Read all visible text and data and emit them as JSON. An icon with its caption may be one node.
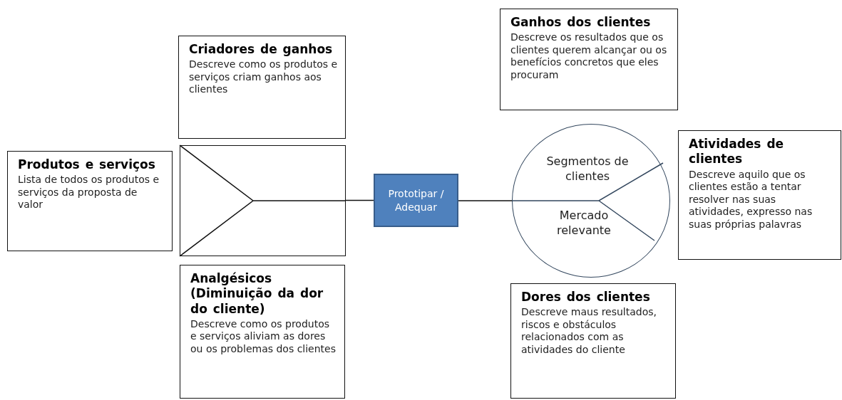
{
  "diagram": {
    "nodes": [
      {
        "text": [
          "Criadores de ganhos",
          "Descreve como os produtos e serviços criam ganhos aos clientes"
        ]
      },
      {
        "text": [
          "Produtos e serviços",
          "Lista de todos os produtos e serviços da proposta de valor"
        ]
      },
      {
        "text": [
          "Analgésicos (Diminuição da dor do cliente)",
          "Descreve como os produtos e serviços aliviam as dores ou os problemas dos clientes"
        ]
      },
      {
        "text": [],
        "shape": "box"
      },
      {
        "text": [
          "Prototipar / Adequar"
        ]
      },
      {
        "text": [
          "Ganhos dos clientes",
          "Descreve os resultados que os clientes querem alcançar ou os benefícios concretos que eles procuram"
        ]
      },
      {
        "text": [
          "Segmentos de clientes",
          "Mercado relevante"
        ]
      },
      {
        "text": [
          "Atividades de clientes",
          "Descreve aquilo que os clientes estão a tentar resolver nas suas atividades, expresso nas suas próprias palavras"
        ]
      },
      {
        "text": [
          "Dores dos clientes",
          "Descreve maus resultados, riscos e obstáculos relacionados com as atividades do cliente"
        ]
      }
    ],
    "edges": [
      {
        "from": 3,
        "to": 4,
        "arrow": "none"
      },
      {
        "from": 4,
        "to": 6,
        "arrow": "none"
      }
    ]
  }
}
